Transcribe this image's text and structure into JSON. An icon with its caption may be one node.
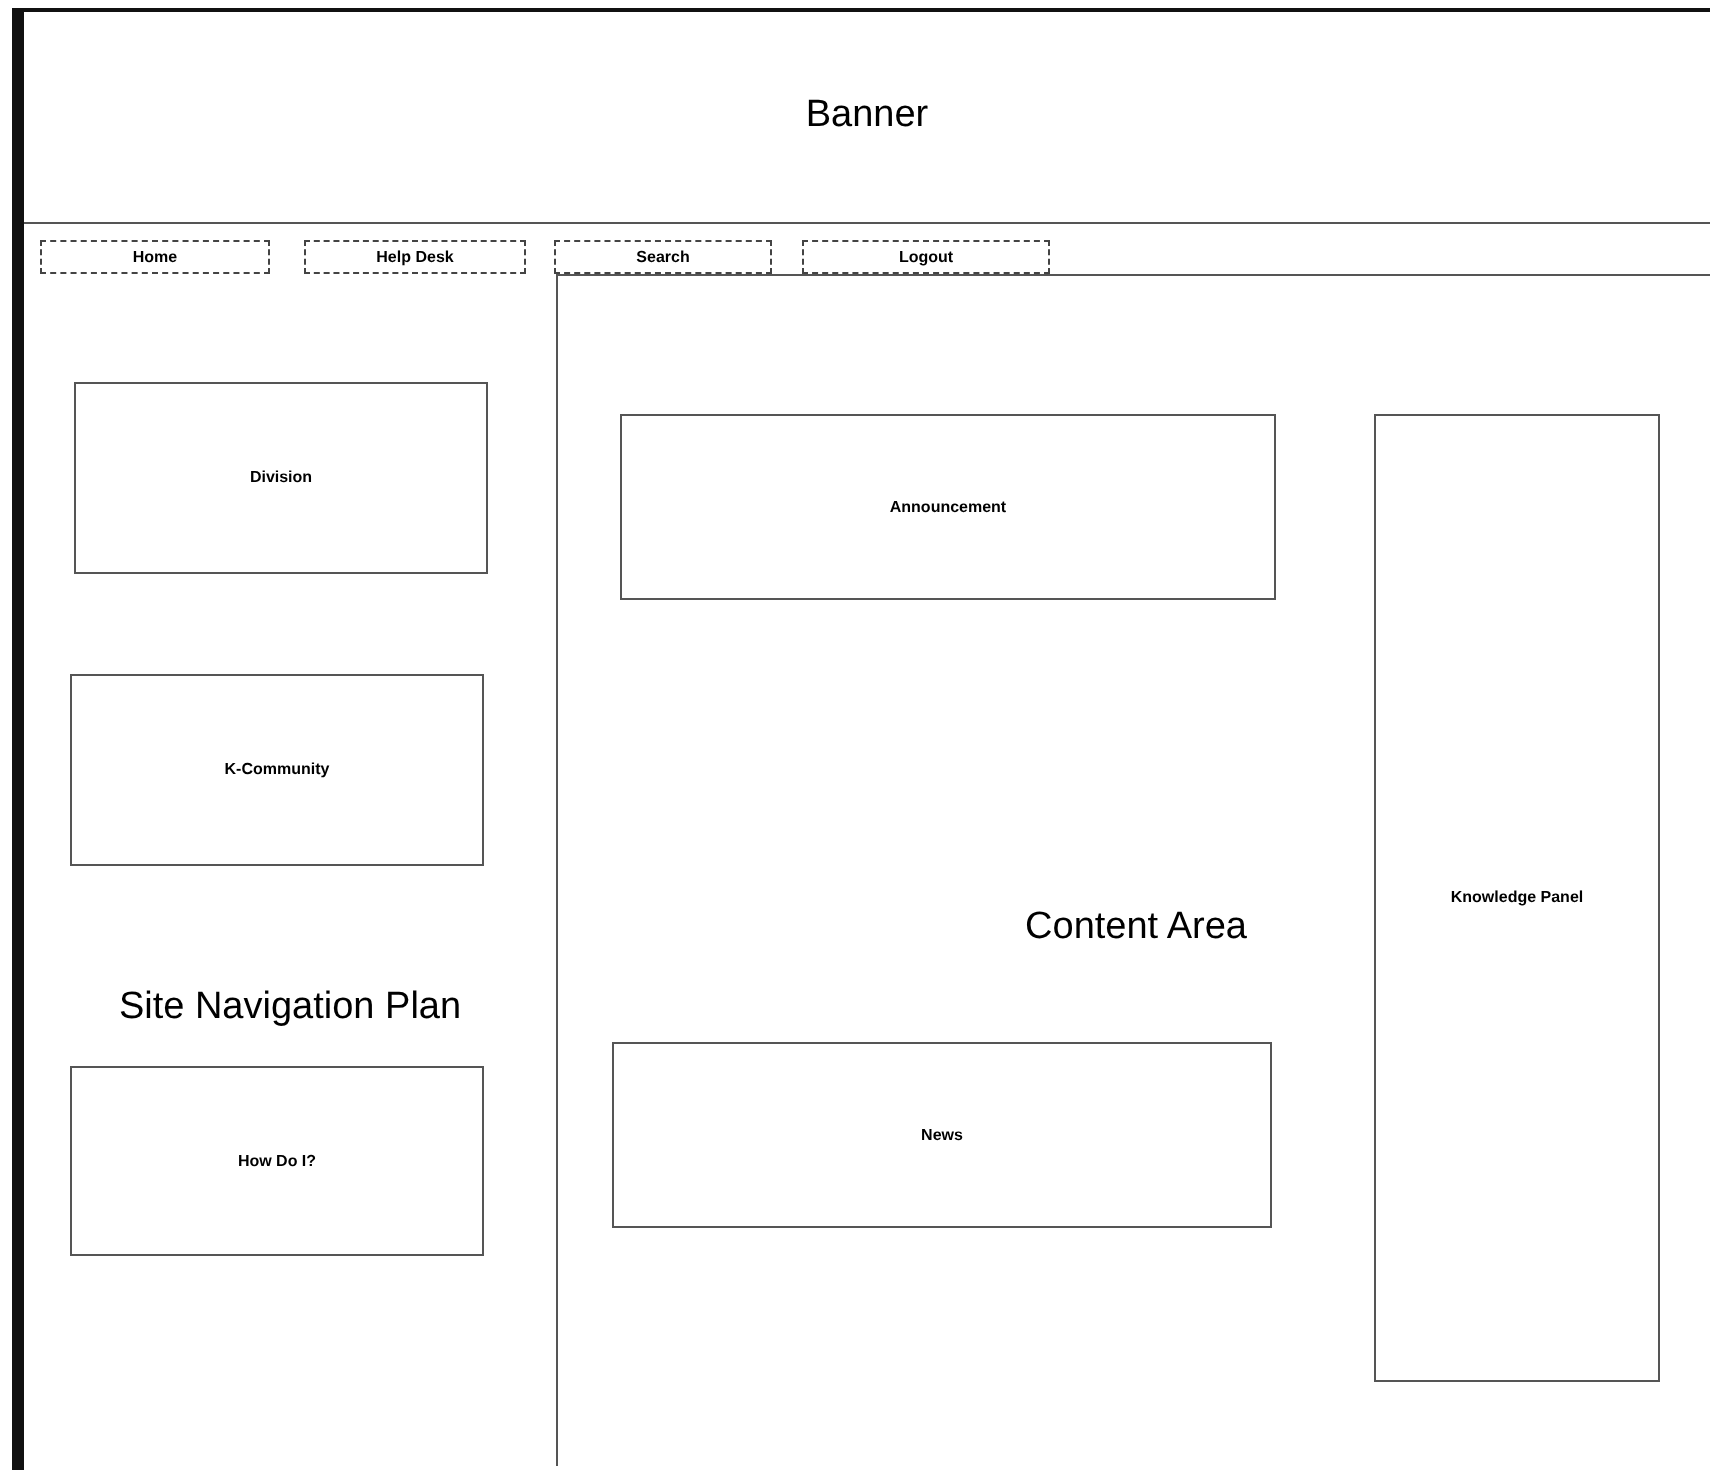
{
  "diagram": {
    "nodes": [
      {
        "text": [
          "Banner"
        ]
      },
      {
        "text": [
          "Home"
        ]
      },
      {
        "text": [
          "Help Desk"
        ]
      },
      {
        "text": [
          "Search"
        ]
      },
      {
        "text": [
          "Logout"
        ]
      },
      {
        "text": [
          "Site Navigation Plan"
        ]
      },
      {
        "text": [
          "Division"
        ],
        "in": 5
      },
      {
        "text": [
          "K-Community"
        ],
        "in": 5
      },
      {
        "text": [
          "How Do I?"
        ],
        "in": 5
      },
      {
        "text": [
          "Content Area"
        ]
      },
      {
        "text": [
          "Announcement"
        ],
        "in": 9
      },
      {
        "text": [
          "News"
        ],
        "in": 9
      },
      {
        "text": [
          "Knowledge Panel"
        ],
        "in": 9
      }
    ]
  }
}
